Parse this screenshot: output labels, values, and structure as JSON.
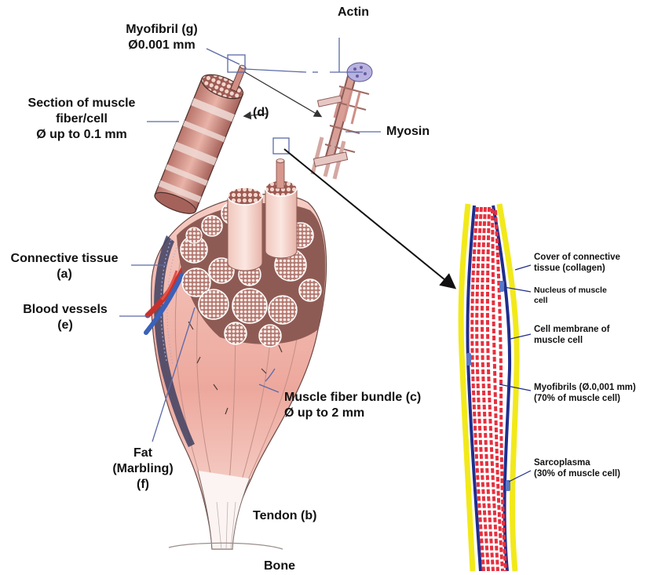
{
  "labels": {
    "actin": "Actin",
    "myofibril": [
      "Myofibril (g)",
      "Ø0.001 mm"
    ],
    "section": [
      "Section of muscle",
      "fiber/cell",
      "Ø up to 0.1 mm"
    ],
    "d": "(d)",
    "myosin": "Myosin",
    "connective": [
      "Connective tissue",
      "(a)"
    ],
    "blood": [
      "Blood vessels",
      "(e)"
    ],
    "bundle": [
      "Muscle fiber bundle (c)",
      "Ø up to 2 mm"
    ],
    "fat": [
      "Fat",
      "(Marbling)",
      "(f)"
    ],
    "tendon": "Tendon (b)",
    "bone": "Bone"
  },
  "cell_labels": {
    "cover": [
      "Cover of connective",
      "tissue (collagen)"
    ],
    "nucleus": [
      "Nucleus of muscle",
      "cell"
    ],
    "membrane": [
      "Cell membrane of",
      "muscle cell"
    ],
    "myofibrils": [
      "Myofibrils (Ø.0,001 mm)",
      "(70% of muscle cell)"
    ],
    "sarcoplasma": [
      "Sarcoplasma",
      "(30% of muscle cell)"
    ]
  },
  "colors": {
    "muscle": "#e8a79c",
    "muscle_dark": "#a9675f",
    "fiber": "#f3d3c8",
    "blood_red": "#c8312a",
    "blood_blue": "#3c61b8",
    "collagen": "#f2e91b",
    "membrane": "#1f2d8c",
    "myofibril_red": "#e6303e",
    "nucleus": "#5a78c8",
    "leader": "#5b6aa8"
  }
}
